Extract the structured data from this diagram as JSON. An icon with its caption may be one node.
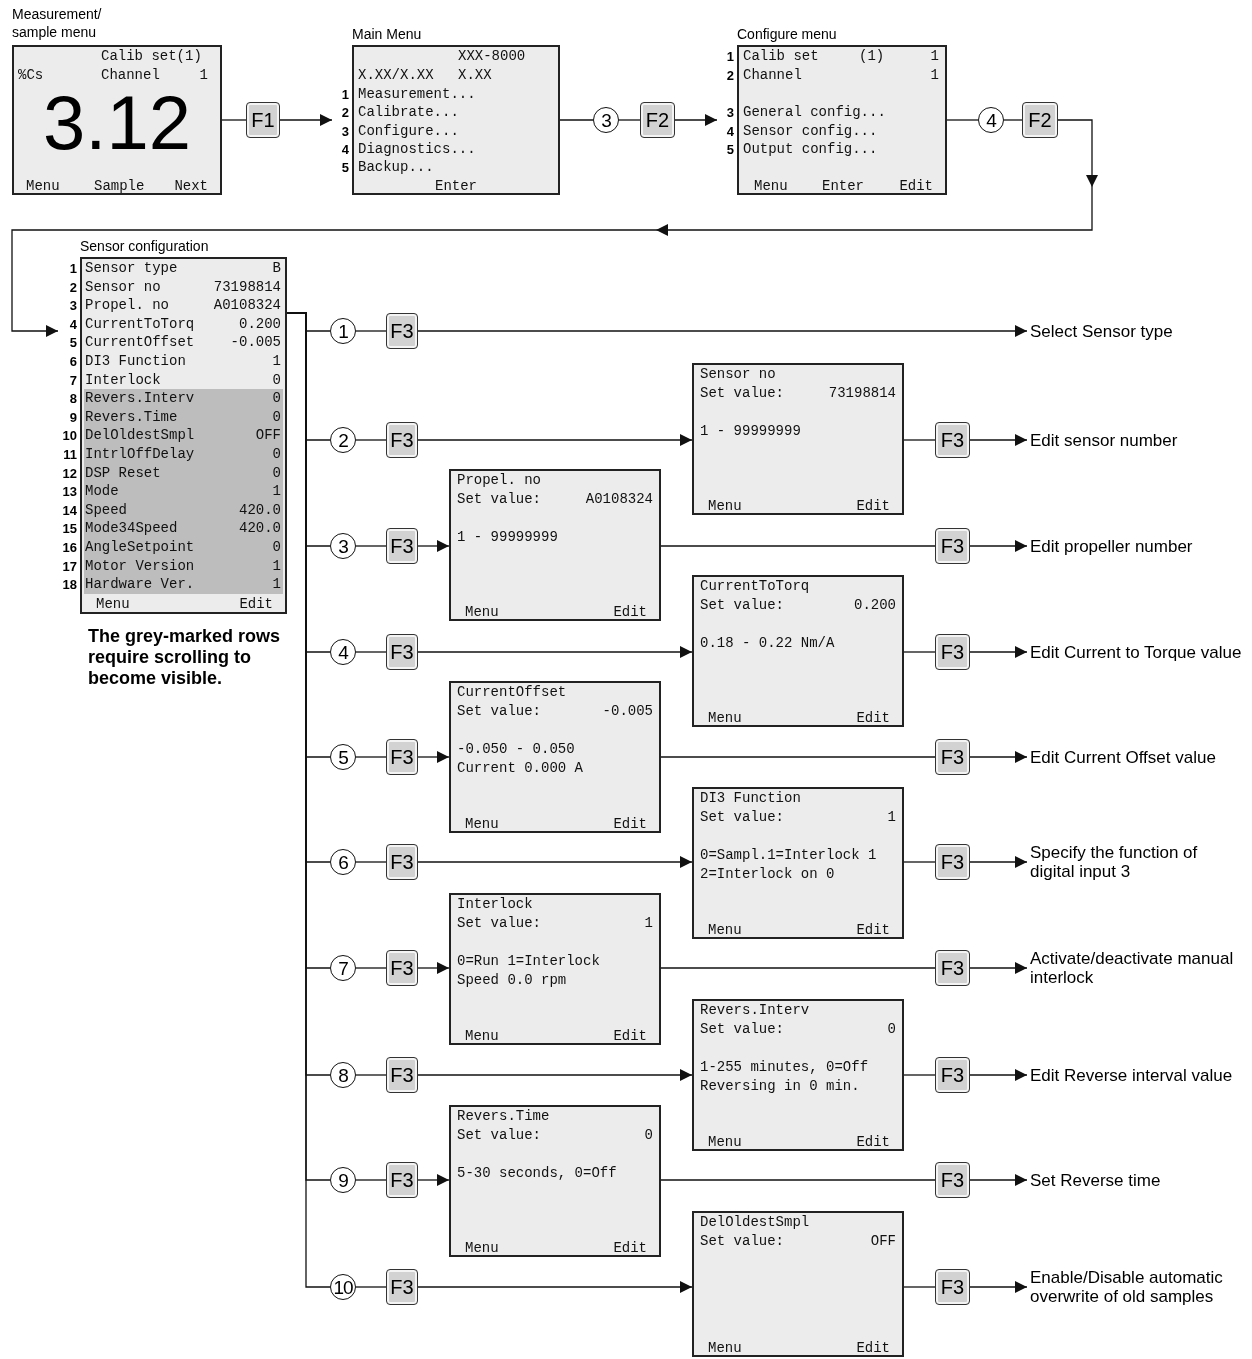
{
  "diagram": {
    "nodes": [
      {
        "text": [
          "Measurement/ sample menu",
          "Calib set(1)",
          "%Cs",
          "Channel",
          "1",
          "3.12",
          "Menu",
          "Sample",
          "Next"
        ]
      },
      {
        "text": [
          "F1"
        ]
      },
      {
        "text": [
          "Main Menu",
          "XXX-8000",
          "X.XX/X.XX",
          "X.XX",
          "Measurement...",
          "Calibrate...",
          "Configure...",
          "Diagnostics...",
          "Backup...",
          "Enter"
        ],
        "beside": [
          "1",
          "2",
          "3",
          "4",
          "5"
        ]
      },
      {
        "text": [
          "3"
        ]
      },
      {
        "text": [
          "F2"
        ]
      },
      {
        "text": [
          "Configure menu",
          "Calib set",
          "(1)",
          "1",
          "Channel",
          "1",
          "General config...",
          "Sensor config...",
          "Output config...",
          "Menu",
          "Enter",
          "Edit"
        ],
        "beside": [
          "1",
          "2",
          "3",
          "4",
          "5"
        ]
      },
      {
        "text": [
          "4"
        ]
      },
      {
        "text": [
          "F2"
        ]
      },
      {
        "text": [
          "Sensor configuration",
          "Sensor type",
          "B",
          "Sensor no",
          "73198814",
          "Propel. no",
          "A0108324",
          "CurrentToTorq",
          "0.200",
          "CurrentOffset",
          "-0.005",
          "DI3 Function",
          "1",
          "Interlock",
          "0",
          "Revers.Interv",
          "0",
          "Revers.Time",
          "0",
          "DelOldestSmpl",
          "OFF",
          "IntrlOffDelay",
          "0",
          "DSP Reset",
          "0",
          "Mode",
          "1",
          "Speed",
          "420.0",
          "Mode34Speed",
          "420.0",
          "AngleSetpoint",
          "0",
          "Motor Version",
          "1",
          "Hardware Ver.",
          "1",
          "Menu",
          "Edit"
        ],
        "beside": [
          "1",
          "2",
          "3",
          "4",
          "5",
          "6",
          "7",
          "8",
          "9",
          "10",
          "11",
          "12",
          "13",
          "14",
          "15",
          "16",
          "17",
          "18"
        ]
      },
      {
        "text": [
          "1"
        ]
      },
      {
        "text": [
          "F3"
        ]
      },
      {
        "text": [
          "Select Sensor type"
        ]
      },
      {
        "text": [
          "2"
        ]
      },
      {
        "text": [
          "F3"
        ]
      },
      {
        "text": [
          "Sensor no",
          "Set value:",
          "73198814",
          "1 - 99999999",
          "Menu",
          "Edit"
        ]
      },
      {
        "text": [
          "F3"
        ]
      },
      {
        "text": [
          "Edit sensor number"
        ]
      },
      {
        "text": [
          "3"
        ]
      },
      {
        "text": [
          "F3"
        ]
      },
      {
        "text": [
          "Propel. no",
          "Set value:",
          "A0108324",
          "1 - 99999999",
          "Menu",
          "Edit"
        ]
      },
      {
        "text": [
          "F3"
        ]
      },
      {
        "text": [
          "Edit propeller number"
        ]
      },
      {
        "text": [
          "4"
        ]
      },
      {
        "text": [
          "F3"
        ]
      },
      {
        "text": [
          "CurrentToTorq",
          "Set value:",
          "0.200",
          "0.18 - 0.22 Nm/A",
          "Menu",
          "Edit"
        ]
      },
      {
        "text": [
          "F3"
        ]
      },
      {
        "text": [
          "Edit Current to Torque value"
        ]
      },
      {
        "text": [
          "5"
        ]
      },
      {
        "text": [
          "F3"
        ]
      },
      {
        "text": [
          "CurrentOffset",
          "Set value:",
          "-0.005",
          "-0.050 - 0.050",
          "Current 0.000 A",
          "Menu",
          "Edit"
        ]
      },
      {
        "text": [
          "F3"
        ]
      },
      {
        "text": [
          "Edit Current Offset value"
        ]
      },
      {
        "text": [
          "6"
        ]
      },
      {
        "text": [
          "F3"
        ]
      },
      {
        "text": [
          "DI3 Function",
          "Set value:",
          "1",
          "0=Sampl.1=Interlock 1",
          "2=Interlock on 0",
          "Menu",
          "Edit"
        ]
      },
      {
        "text": [
          "F3"
        ]
      },
      {
        "text": [
          "Specify the function of digital input 3"
        ]
      },
      {
        "text": [
          "7"
        ]
      },
      {
        "text": [
          "F3"
        ]
      },
      {
        "text": [
          "Interlock",
          "Set value:",
          "1",
          "0=Run 1=Interlock",
          "Speed 0.0 rpm",
          "Menu",
          "Edit"
        ]
      },
      {
        "text": [
          "F3"
        ]
      },
      {
        "text": [
          "Activate/deactivate manual interlock"
        ]
      },
      {
        "text": [
          "8"
        ]
      },
      {
        "text": [
          "F3"
        ]
      },
      {
        "text": [
          "Revers.Interv",
          "Set value:",
          "0",
          "1-255 minutes, 0=Off",
          "Reversing in 0 min.",
          "Menu",
          "Edit"
        ]
      },
      {
        "text": [
          "F3"
        ]
      },
      {
        "text": [
          "Edit Reverse interval value"
        ]
      },
      {
        "text": [
          "9"
        ]
      },
      {
        "text": [
          "F3"
        ]
      },
      {
        "text": [
          "Revers.Time",
          "Set value:",
          "0",
          "5-30 seconds, 0=Off",
          "Menu",
          "Edit"
        ]
      },
      {
        "text": [
          "F3"
        ]
      },
      {
        "text": [
          "Set Reverse time"
        ]
      },
      {
        "text": [
          "10"
        ]
      },
      {
        "text": [
          "F3"
        ]
      },
      {
        "text": [
          "DelOldestSmpl",
          "Set value:",
          "OFF",
          "Menu",
          "Edit"
        ]
      },
      {
        "text": [
          "F3"
        ]
      },
      {
        "text": [
          "Enable/Disable automatic overwrite of old samples"
        ]
      }
    ],
    "edges": [
      {
        "from": 0,
        "to": 1,
        "arrow": "none"
      },
      {
        "from": 1,
        "to": 2,
        "arrow": "to"
      },
      {
        "from": 2,
        "to": 3,
        "arrow": "none"
      },
      {
        "from": 3,
        "to": 4,
        "arrow": "none"
      },
      {
        "from": 4,
        "to": 5,
        "arrow": "to"
      },
      {
        "from": 5,
        "to": 6,
        "arrow": "none"
      },
      {
        "from": 6,
        "to": 7,
        "arrow": "none"
      },
      {
        "from": 7,
        "to": 8,
        "arrow": "to"
      },
      {
        "from": 8,
        "to": 9,
        "arrow": "none"
      },
      {
        "from": 9,
        "to": 10,
        "arrow": "none"
      },
      {
        "from": 10,
        "to": 11,
        "arrow": "to"
      },
      {
        "from": 8,
        "to": 12,
        "arrow": "none"
      },
      {
        "from": 12,
        "to": 13,
        "arrow": "none"
      },
      {
        "from": 13,
        "to": 14,
        "arrow": "to"
      },
      {
        "from": 14,
        "to": 15,
        "arrow": "none"
      },
      {
        "from": 15,
        "to": 16,
        "arrow": "to"
      },
      {
        "from": 8,
        "to": 17,
        "arrow": "none"
      },
      {
        "from": 17,
        "to": 18,
        "arrow": "none"
      },
      {
        "from": 18,
        "to": 19,
        "arrow": "to"
      },
      {
        "from": 19,
        "to": 20,
        "arrow": "none"
      },
      {
        "from": 20,
        "to": 21,
        "arrow": "to"
      },
      {
        "from": 8,
        "to": 22,
        "arrow": "none"
      },
      {
        "from": 22,
        "to": 23,
        "arrow": "none"
      },
      {
        "from": 23,
        "to": 24,
        "arrow": "to"
      },
      {
        "from": 24,
        "to": 25,
        "arrow": "none"
      },
      {
        "from": 25,
        "to": 26,
        "arrow": "to"
      },
      {
        "from": 8,
        "to": 27,
        "arrow": "none"
      },
      {
        "from": 27,
        "to": 28,
        "arrow": "none"
      },
      {
        "from": 28,
        "to": 29,
        "arrow": "to"
      },
      {
        "from": 29,
        "to": 30,
        "arrow": "none"
      },
      {
        "from": 30,
        "to": 31,
        "arrow": "to"
      },
      {
        "from": 8,
        "to": 32,
        "arrow": "none"
      },
      {
        "from": 32,
        "to": 33,
        "arrow": "none"
      },
      {
        "from": 33,
        "to": 34,
        "arrow": "to"
      },
      {
        "from": 34,
        "to": 35,
        "arrow": "none"
      },
      {
        "from": 35,
        "to": 36,
        "arrow": "to"
      },
      {
        "from": 8,
        "to": 37,
        "arrow": "none"
      },
      {
        "from": 37,
        "to": 38,
        "arrow": "none"
      },
      {
        "from": 38,
        "to": 39,
        "arrow": "to"
      },
      {
        "from": 39,
        "to": 40,
        "arrow": "none"
      },
      {
        "from": 40,
        "to": 41,
        "arrow": "to"
      },
      {
        "from": 8,
        "to": 42,
        "arrow": "none"
      },
      {
        "from": 42,
        "to": 43,
        "arrow": "none"
      },
      {
        "from": 43,
        "to": 44,
        "arrow": "to"
      },
      {
        "from": 44,
        "to": 45,
        "arrow": "none"
      },
      {
        "from": 45,
        "to": 46,
        "arrow": "to"
      },
      {
        "from": 8,
        "to": 47,
        "arrow": "none"
      },
      {
        "from": 47,
        "to": 48,
        "arrow": "none"
      },
      {
        "from": 48,
        "to": 49,
        "arrow": "to"
      },
      {
        "from": 49,
        "to": 50,
        "arrow": "none"
      },
      {
        "from": 50,
        "to": 51,
        "arrow": "to"
      },
      {
        "from": 8,
        "to": 52,
        "arrow": "none"
      },
      {
        "from": 52,
        "to": 53,
        "arrow": "none"
      },
      {
        "from": 53,
        "to": 54,
        "arrow": "to"
      },
      {
        "from": 54,
        "to": 55,
        "arrow": "none"
      },
      {
        "from": 55,
        "to": 56,
        "arrow": "to"
      }
    ],
    "labels": [
      "The grey-marked rows require scrolling to become visible."
    ]
  }
}
